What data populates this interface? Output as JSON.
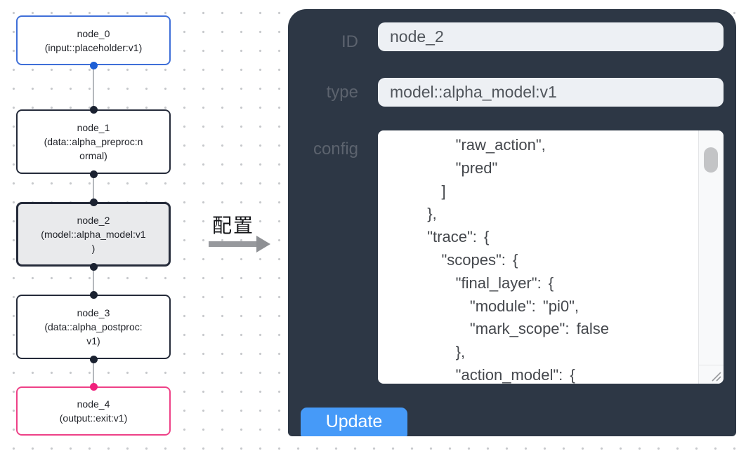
{
  "canvas": {
    "nodes": [
      {
        "id": "node_0",
        "lines": [
          "node_0",
          "(input::placeholder:v1)",
          ""
        ],
        "kind": "input",
        "selected": false
      },
      {
        "id": "node_1",
        "lines": [
          "node_1",
          "(data::alpha_preproc:n",
          "ormal)"
        ],
        "kind": "data",
        "selected": false
      },
      {
        "id": "node_2",
        "lines": [
          "node_2",
          "(model::alpha_model:v1",
          ")"
        ],
        "kind": "model",
        "selected": true
      },
      {
        "id": "node_3",
        "lines": [
          "node_3",
          "(data::alpha_postproc:",
          "v1)"
        ],
        "kind": "data",
        "selected": false
      },
      {
        "id": "node_4",
        "lines": [
          "node_4",
          "(output::exit:v1)",
          ""
        ],
        "kind": "output",
        "selected": false
      }
    ],
    "colors": {
      "input_node_border": "#3f6fd8",
      "default_node_border": "#252b3a",
      "output_node_border": "#ee4187",
      "selected_node_bg": "#e9eaec",
      "edge": "#b5b8bd",
      "port_default": "#1a2130",
      "port_input_out": "#1d5fd6",
      "port_output_in": "#f0217c"
    }
  },
  "transfer": {
    "label": "配置",
    "arrow_color": "#97999d"
  },
  "panel": {
    "bg_color": "#2d3745",
    "fields": [
      {
        "label": "ID",
        "value": "node_2"
      },
      {
        "label": "type",
        "value": "model::alpha_model:v1"
      }
    ],
    "config": {
      "label": "config",
      "lines": [
        "      \"raw_action\",",
        "      \"pred\"",
        "    ]",
        "  },",
        "  \"trace\": {",
        "    \"scopes\": {",
        "      \"final_layer\": {",
        "        \"module\": \"pi0\",",
        "        \"mark_scope\": false",
        "      },",
        "      \"action_model\": {"
      ]
    },
    "update_button": {
      "label": "Update",
      "color": "#469af8"
    }
  }
}
